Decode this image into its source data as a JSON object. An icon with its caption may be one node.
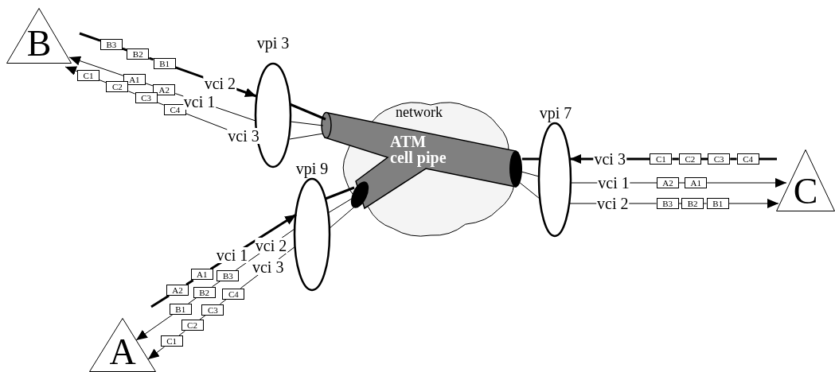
{
  "diagram": {
    "nodes": [
      {
        "text": [
          "B"
        ]
      },
      {
        "text": [
          "vpi 3"
        ]
      },
      {
        "text": [
          "network"
        ]
      },
      {
        "text": [
          "ATM cell pipe"
        ]
      },
      {
        "text": [
          "vpi 7"
        ]
      },
      {
        "text": [
          "C"
        ]
      },
      {
        "text": [
          "vpi 9"
        ]
      },
      {
        "text": [
          "A"
        ]
      },
      {
        "text": [
          "B3"
        ]
      },
      {
        "text": [
          "B2"
        ]
      },
      {
        "text": [
          "B1"
        ]
      },
      {
        "text": [
          "A1"
        ]
      },
      {
        "text": [
          "A2"
        ]
      },
      {
        "text": [
          "C1"
        ]
      },
      {
        "text": [
          "C2"
        ]
      },
      {
        "text": [
          "C3"
        ]
      },
      {
        "text": [
          "C4"
        ]
      },
      {
        "text": [
          "C1"
        ]
      },
      {
        "text": [
          "C2"
        ]
      },
      {
        "text": [
          "C3"
        ]
      },
      {
        "text": [
          "C4"
        ]
      },
      {
        "text": [
          "A2"
        ]
      },
      {
        "text": [
          "A1"
        ]
      },
      {
        "text": [
          "B3"
        ]
      },
      {
        "text": [
          "B2"
        ]
      },
      {
        "text": [
          "B1"
        ]
      },
      {
        "text": [
          "A1"
        ]
      },
      {
        "text": [
          "A2"
        ]
      },
      {
        "text": [
          "B3"
        ]
      },
      {
        "text": [
          "B2"
        ]
      },
      {
        "text": [
          "B1"
        ]
      },
      {
        "text": [
          "C4"
        ]
      },
      {
        "text": [
          "C3"
        ]
      },
      {
        "text": [
          "C2"
        ]
      },
      {
        "text": [
          "C1"
        ]
      }
    ],
    "edges": [
      {
        "from": null,
        "to": 8,
        "arrow": "none",
        "style": "thick"
      },
      {
        "from": 8,
        "to": 9,
        "arrow": "none",
        "style": "thick"
      },
      {
        "from": 9,
        "to": 10,
        "arrow": "none",
        "style": "thick"
      },
      {
        "from": 10,
        "to": 1,
        "arrow": "to",
        "style": "thick",
        "label": "vci 2"
      },
      {
        "from": 1,
        "to": 12,
        "arrow": "none",
        "label": "vci 1"
      },
      {
        "from": 12,
        "to": 11,
        "arrow": "none"
      },
      {
        "from": 11,
        "to": 0,
        "arrow": "to"
      },
      {
        "from": 1,
        "to": 16,
        "arrow": "none",
        "label": "vci 3"
      },
      {
        "from": 16,
        "to": 15,
        "arrow": "none"
      },
      {
        "from": 15,
        "to": 14,
        "arrow": "none"
      },
      {
        "from": 14,
        "to": 13,
        "arrow": "none"
      },
      {
        "from": 13,
        "to": 0,
        "arrow": "to"
      },
      {
        "from": 1,
        "to": 3,
        "arrow": "none",
        "style": "thick"
      },
      {
        "from": 1,
        "to": 3,
        "arrow": "none"
      },
      {
        "from": 1,
        "to": 3,
        "arrow": "none"
      },
      {
        "from": 6,
        "to": 3,
        "arrow": "none",
        "style": "thick"
      },
      {
        "from": 6,
        "to": 3,
        "arrow": "none"
      },
      {
        "from": 6,
        "to": 3,
        "arrow": "none"
      },
      {
        "from": 4,
        "to": 3,
        "arrow": "none",
        "style": "thick"
      },
      {
        "from": 4,
        "to": 3,
        "arrow": "none"
      },
      {
        "from": 4,
        "to": 3,
        "arrow": "none"
      },
      {
        "from": null,
        "to": 20,
        "arrow": "none",
        "style": "thick"
      },
      {
        "from": 20,
        "to": 19,
        "arrow": "none",
        "style": "thick"
      },
      {
        "from": 19,
        "to": 18,
        "arrow": "none",
        "style": "thick"
      },
      {
        "from": 18,
        "to": 17,
        "arrow": "none",
        "style": "thick"
      },
      {
        "from": 17,
        "to": 4,
        "arrow": "to",
        "style": "thick",
        "label": "vci 3"
      },
      {
        "from": 4,
        "to": 21,
        "arrow": "none",
        "label": "vci 1"
      },
      {
        "from": 21,
        "to": 22,
        "arrow": "none"
      },
      {
        "from": 22,
        "to": 5,
        "arrow": "to"
      },
      {
        "from": 4,
        "to": 23,
        "arrow": "none",
        "label": "vci 2"
      },
      {
        "from": 23,
        "to": 24,
        "arrow": "none"
      },
      {
        "from": 24,
        "to": 25,
        "arrow": "none"
      },
      {
        "from": 25,
        "to": 5,
        "arrow": "to"
      },
      {
        "from": null,
        "to": 27,
        "arrow": "none",
        "style": "thick"
      },
      {
        "from": 27,
        "to": 26,
        "arrow": "none",
        "style": "thick"
      },
      {
        "from": 26,
        "to": 6,
        "arrow": "to",
        "style": "thick",
        "label": "vci 1"
      },
      {
        "from": 6,
        "to": 28,
        "arrow": "none",
        "label": "vci 2"
      },
      {
        "from": 28,
        "to": 29,
        "arrow": "none"
      },
      {
        "from": 29,
        "to": 30,
        "arrow": "none"
      },
      {
        "from": 30,
        "to": 7,
        "arrow": "to"
      },
      {
        "from": 6,
        "to": 31,
        "arrow": "none",
        "label": "vci 3"
      },
      {
        "from": 31,
        "to": 32,
        "arrow": "none"
      },
      {
        "from": 32,
        "to": 33,
        "arrow": "none"
      },
      {
        "from": 33,
        "to": 34,
        "arrow": "none"
      },
      {
        "from": 34,
        "to": 7,
        "arrow": "to"
      }
    ]
  }
}
